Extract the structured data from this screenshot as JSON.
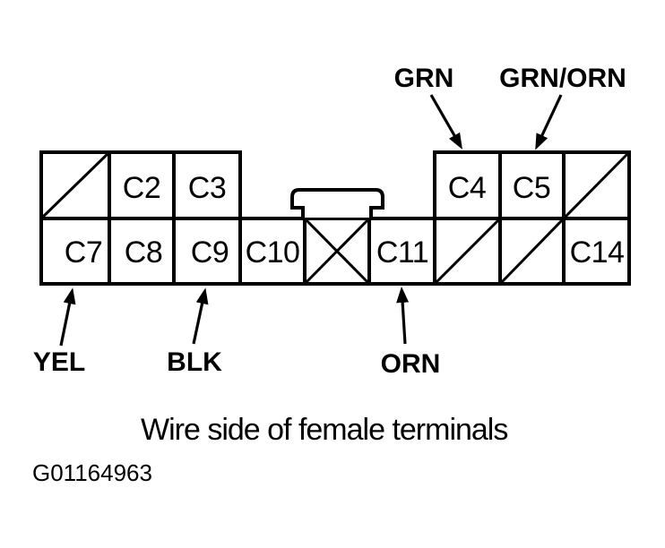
{
  "diagram": {
    "caption": "Wire side of female terminals",
    "figure_id": "G01164963",
    "colors": {
      "line": "#000000",
      "background": "#ffffff"
    },
    "connector": {
      "cells": {
        "c2": "C2",
        "c3": "C3",
        "c4": "C4",
        "c5": "C5",
        "c7": "C7",
        "c8": "C8",
        "c9": "C9",
        "c10": "C10",
        "c11": "C11",
        "c14": "C14"
      }
    },
    "wire_labels": {
      "grn": {
        "label": "GRN",
        "terminal": "C4"
      },
      "grn_orn": {
        "label": "GRN/ORN",
        "terminal": "C5"
      },
      "yel": {
        "label": "YEL",
        "terminal": "C7"
      },
      "blk": {
        "label": "BLK",
        "terminal": "C9"
      },
      "orn": {
        "label": "ORN",
        "terminal": "C11"
      }
    }
  }
}
